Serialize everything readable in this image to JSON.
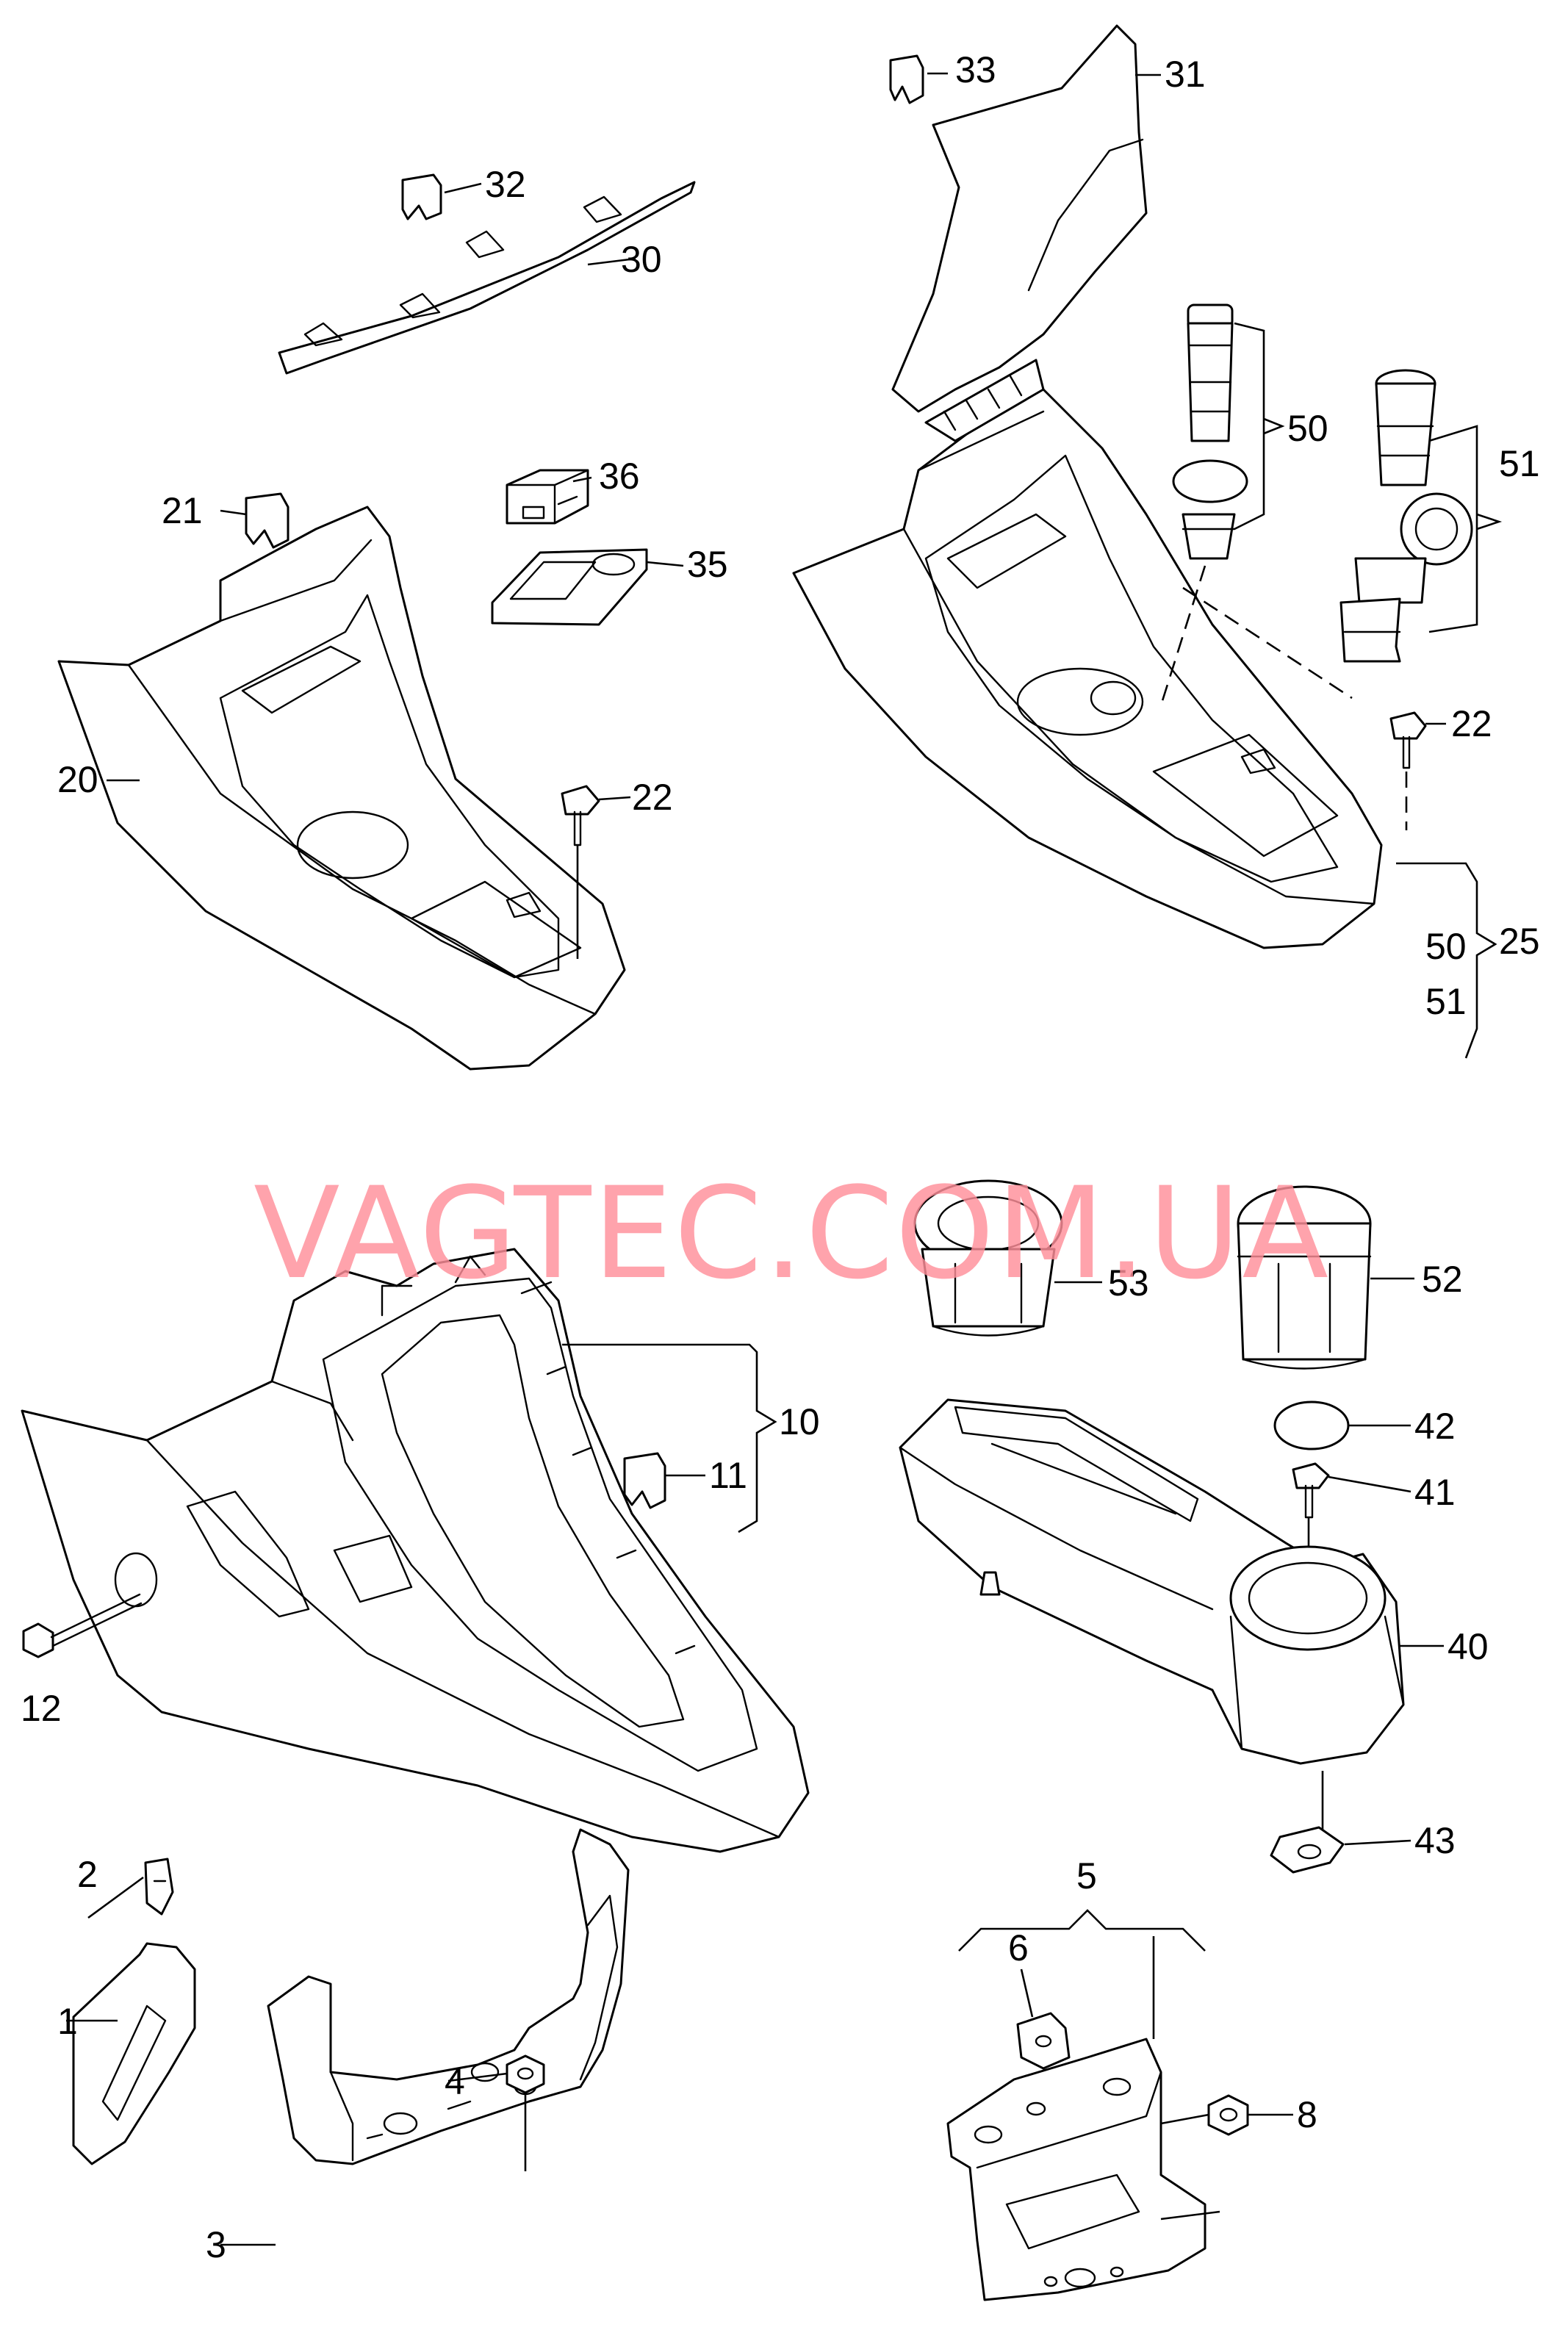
{
  "watermark": "VAGTEC.COM.UA",
  "colors": {
    "line": "#000000",
    "background": "#ffffff",
    "watermark": "#ff8f9a"
  },
  "callouts": {
    "c1": "1",
    "c2": "2",
    "c3": "3",
    "c4": "4",
    "c5": "5",
    "c6": "6",
    "c8": "8",
    "c10": "10",
    "c11": "11",
    "c12": "12",
    "c20": "20",
    "c21": "21",
    "c22a": "22",
    "c22b": "22",
    "c25": "25",
    "c30": "30",
    "c31": "31",
    "c32": "32",
    "c33": "33",
    "c35": "35",
    "c36": "36",
    "c40": "40",
    "c41": "41",
    "c42": "42",
    "c43": "43",
    "c50a": "50",
    "c50b": "50",
    "c51a": "51",
    "c51b": "51",
    "c52": "52",
    "c53": "53"
  }
}
